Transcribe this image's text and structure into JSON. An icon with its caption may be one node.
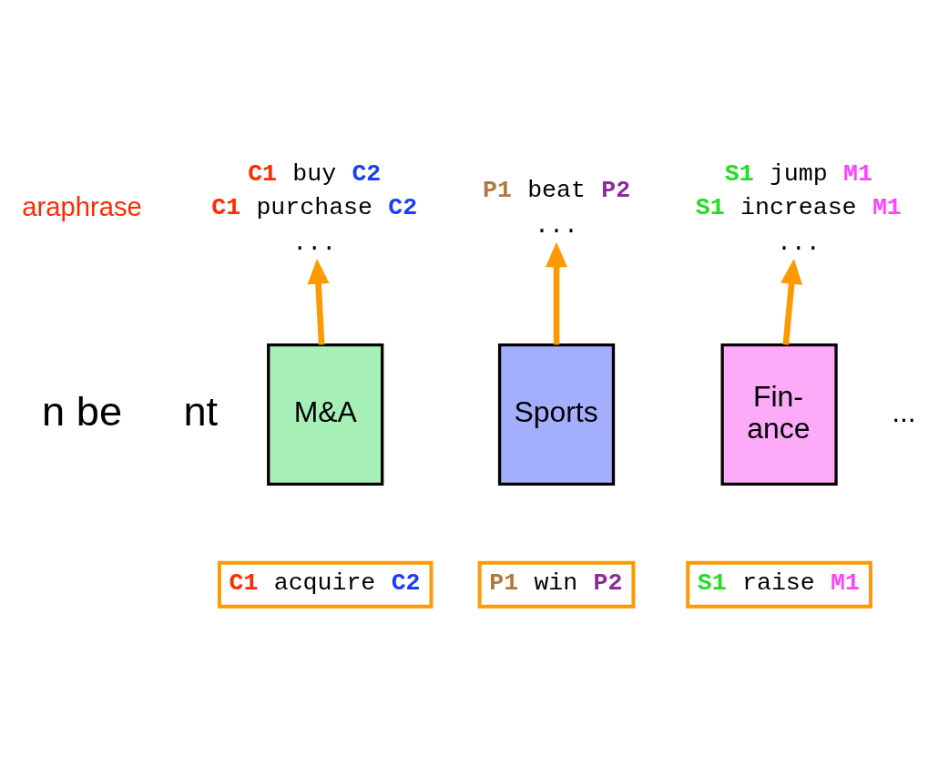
{
  "diagram": {
    "nodes": [
      {
        "text": [
          "C1 buy C2",
          "C1 purchase C2",
          "..."
        ]
      },
      {
        "text": [
          "P1 beat P2",
          "..."
        ]
      },
      {
        "text": [
          "S1 jump M1",
          "S1 increase M1",
          "..."
        ]
      },
      {
        "text": [
          "M&A"
        ]
      },
      {
        "text": [
          "Sports"
        ]
      },
      {
        "text": [
          "Fin- ance"
        ]
      },
      {
        "text": [
          "C1 acquire C2"
        ]
      },
      {
        "text": [
          "P1 win P2"
        ]
      },
      {
        "text": [
          "S1 raise M1"
        ]
      }
    ],
    "edges": [
      {
        "from": 3,
        "to": 0,
        "arrow": "to"
      },
      {
        "from": 4,
        "to": 1,
        "arrow": "to"
      },
      {
        "from": 5,
        "to": 2,
        "arrow": "to"
      }
    ],
    "labels": [
      "araphrase",
      "n be",
      "nt",
      "..."
    ]
  }
}
